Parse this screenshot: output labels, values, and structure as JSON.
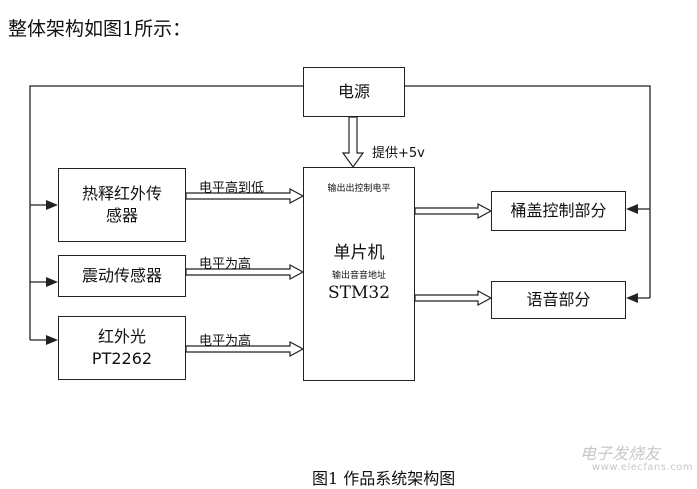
{
  "heading": "整体架构如图1所示：",
  "caption": "图1  作品系统架构图",
  "boxes": {
    "power": "电源",
    "pir_sensor_line1": "热释红外传",
    "pir_sensor_line2": "感器",
    "vibration_sensor": "震动传感器",
    "infrared_line1": "红外光",
    "infrared_line2": "PT2262",
    "mcu_name": "单片机",
    "mcu_model": "STM32",
    "mcu_note_top": "输出出控制电平",
    "mcu_note_mid": "输出音音地址",
    "lid_control": "桶盖控制部分",
    "voice": "语音部分"
  },
  "edges": {
    "power_supply": "提供+5v",
    "pir_signal": "电平高到低",
    "vibration_signal": "电平为高",
    "infrared_signal": "电平为高"
  },
  "watermark": {
    "text": "电子发烧友",
    "url": "www.elecfans.com"
  }
}
